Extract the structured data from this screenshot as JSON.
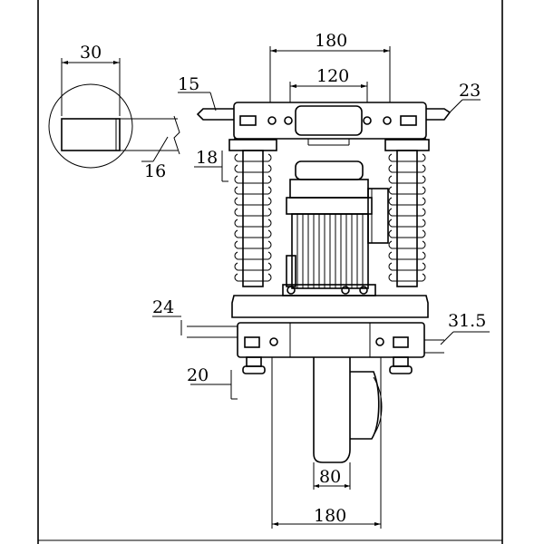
{
  "dimensions": {
    "inset_width": "30",
    "top_outer_width": "180",
    "top_inner_width": "120",
    "label_15": "15",
    "label_16": "16",
    "label_18": "18",
    "label_23": "23",
    "label_24": "24",
    "label_20": "20",
    "label_31_5": "31.5",
    "wheel_width": "80",
    "bottom_width": "180"
  }
}
